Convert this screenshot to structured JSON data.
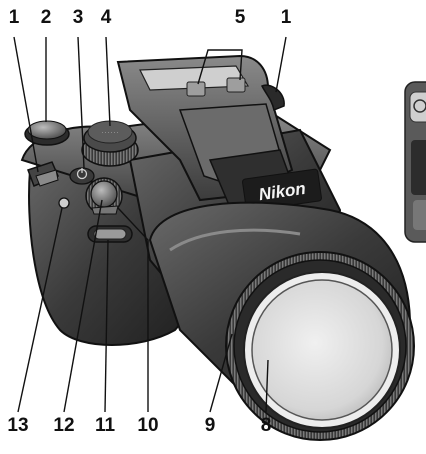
{
  "figure": {
    "brand_text": "Nikon",
    "colors": {
      "body_dark": "#2a2a2a",
      "body_mid": "#555555",
      "body_light": "#9a9a9a",
      "lens_glass": "#d9d9d9",
      "leader_line": "#111111"
    }
  },
  "callouts": {
    "top": [
      {
        "label": "1"
      },
      {
        "label": "2"
      },
      {
        "label": "3"
      },
      {
        "label": "4"
      },
      {
        "label": "5"
      },
      {
        "label": "1"
      }
    ],
    "bottom": [
      {
        "label": "13"
      },
      {
        "label": "12"
      },
      {
        "label": "11"
      },
      {
        "label": "10"
      },
      {
        "label": "9"
      },
      {
        "label": "8"
      }
    ]
  }
}
